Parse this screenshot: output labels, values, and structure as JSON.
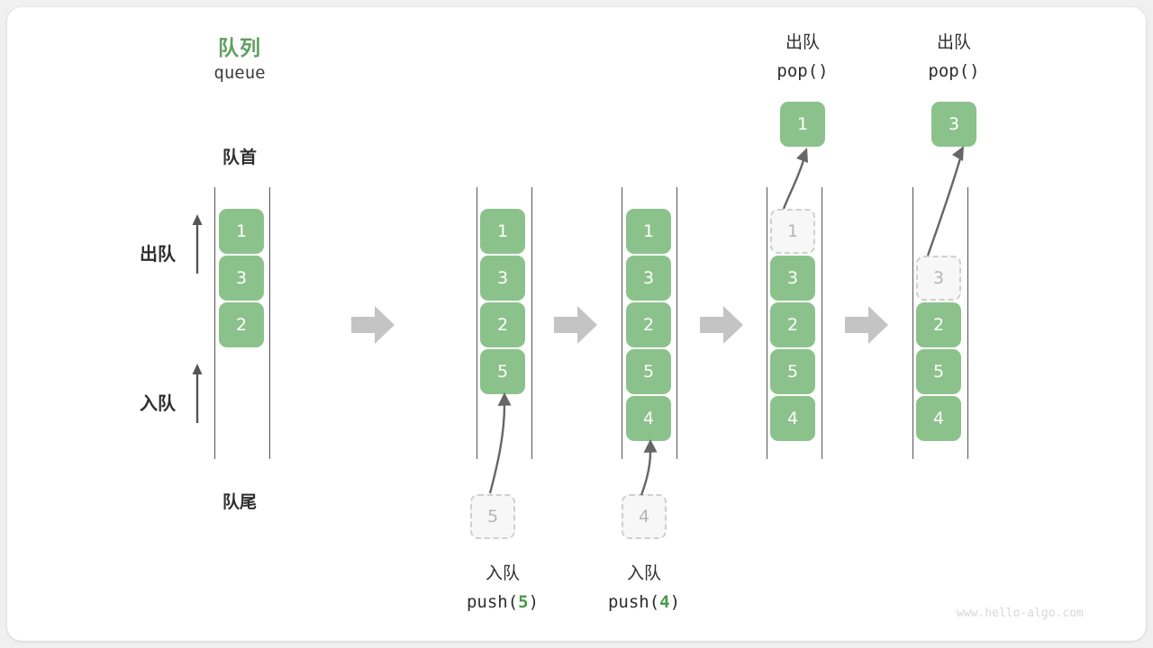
{
  "page": {
    "watermark": "www.hello-algo.com",
    "background": "#f0f0f0",
    "card_background": "#ffffff",
    "accent_green": "#8bc28b",
    "title_green": "#60a060",
    "ghost_gray": "#b5b5b5",
    "arrow_gray": "#c4c4c4",
    "rail_gray": "#555555"
  },
  "header": {
    "title_cn": "队列",
    "title_en": "queue",
    "front_label": "队首",
    "rear_label": "队尾"
  },
  "legend": {
    "dequeue_label": "出队",
    "enqueue_label": "入队"
  },
  "stages": [
    {
      "id": "stage-initial",
      "cells": [
        {
          "value": "1",
          "ghost": false
        },
        {
          "value": "3",
          "ghost": false
        },
        {
          "value": "2",
          "ghost": false
        }
      ]
    },
    {
      "id": "stage-push-5",
      "cells": [
        {
          "value": "1",
          "ghost": false
        },
        {
          "value": "3",
          "ghost": false
        },
        {
          "value": "2",
          "ghost": false
        },
        {
          "value": "5",
          "ghost": false
        }
      ],
      "incoming": {
        "value": "5",
        "ghost": true
      },
      "caption_cn": "入队",
      "caption_fn": "push(",
      "caption_arg": "5",
      "caption_fn_end": ")"
    },
    {
      "id": "stage-push-4",
      "cells": [
        {
          "value": "1",
          "ghost": false
        },
        {
          "value": "3",
          "ghost": false
        },
        {
          "value": "2",
          "ghost": false
        },
        {
          "value": "5",
          "ghost": false
        },
        {
          "value": "4",
          "ghost": false
        }
      ],
      "incoming": {
        "value": "4",
        "ghost": true
      },
      "caption_cn": "入队",
      "caption_fn": "push(",
      "caption_arg": "4",
      "caption_fn_end": ")"
    },
    {
      "id": "stage-pop-1",
      "cells": [
        {
          "value": "1",
          "ghost": true
        },
        {
          "value": "3",
          "ghost": false
        },
        {
          "value": "2",
          "ghost": false
        },
        {
          "value": "5",
          "ghost": false
        },
        {
          "value": "4",
          "ghost": false
        }
      ],
      "popped": {
        "value": "1",
        "ghost": false
      },
      "caption_cn": "出队",
      "caption_fn": "pop()"
    },
    {
      "id": "stage-pop-3",
      "cells": [
        {
          "value": "",
          "ghost": false,
          "hidden": true
        },
        {
          "value": "3",
          "ghost": true
        },
        {
          "value": "2",
          "ghost": false
        },
        {
          "value": "5",
          "ghost": false
        },
        {
          "value": "4",
          "ghost": false
        }
      ],
      "popped": {
        "value": "3",
        "ghost": false
      },
      "caption_cn": "出队",
      "caption_fn": "pop()"
    }
  ]
}
